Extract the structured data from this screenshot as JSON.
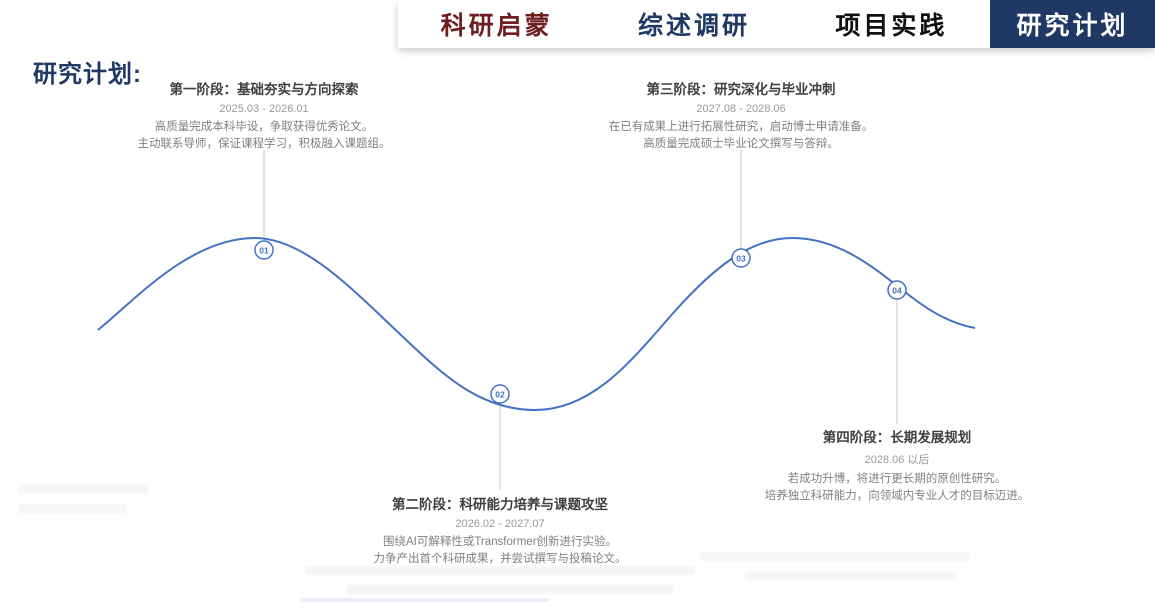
{
  "page_title": "研究计划:",
  "nav": {
    "tabs": [
      {
        "label": "科研启蒙",
        "color": "#6e1e1e",
        "active": false
      },
      {
        "label": "综述调研",
        "color": "#1f3864",
        "active": false
      },
      {
        "label": "项目实践",
        "color": "#0f0f0f",
        "active": false
      },
      {
        "label": "研究计划",
        "color": "#ffffff",
        "active": true,
        "active_bg": "#1f3864"
      }
    ]
  },
  "theme": {
    "curve_color": "#4472c4",
    "accent_navy": "#1f3864",
    "connector_color": "#c8c8c8"
  },
  "stages": [
    {
      "id": "01",
      "title": "第一阶段：基础夯实与方向探索",
      "date": "2025.03 - 2026.01",
      "line1": "高质量完成本科毕设，争取获得优秀论文。",
      "line2": "主动联系导师，保证课程学习，积极融入课题组。"
    },
    {
      "id": "02",
      "title": "第二阶段：科研能力培养与课题攻坚",
      "date": "2026.02 - 2027.07",
      "line1": "围绕AI可解释性或Transformer创新进行实验。",
      "line2": "力争产出首个科研成果，并尝试撰写与投稿论文。"
    },
    {
      "id": "03",
      "title": "第三阶段：研究深化与毕业冲刺",
      "date": "2027.08 - 2028.06",
      "line1": "在已有成果上进行拓展性研究，启动博士申请准备。",
      "line2": "高质量完成硕士毕业论文撰写与答辩。"
    },
    {
      "id": "04",
      "title": "第四阶段：长期发展规划",
      "date": "2028.06 以后",
      "line1": "若成功升博，将进行更长期的原创性研究。",
      "line2": "培养独立科研能力，向领域内专业人才的目标迈进。"
    }
  ]
}
